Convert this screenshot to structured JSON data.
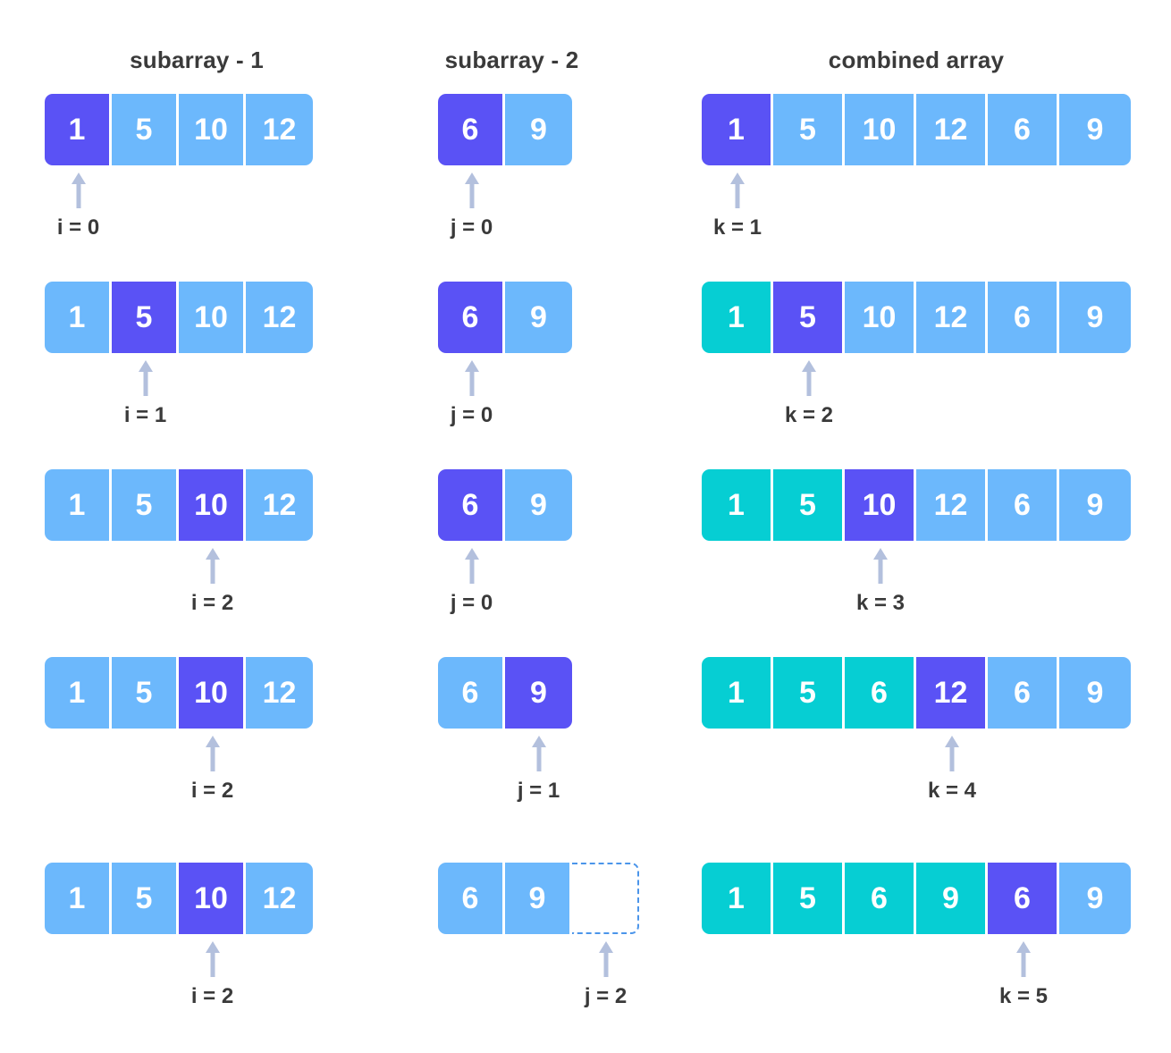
{
  "headers": {
    "subarray1": "subarray - 1",
    "subarray2": "subarray - 2",
    "combined": "combined array"
  },
  "colors": {
    "unvisited": "#6cb8fc",
    "current": "#5a52f5",
    "merged": "#06ced3",
    "empty_border": "#4b95ea",
    "arrow": "#b3c0dd",
    "text": "#3a3a3a"
  },
  "steps": [
    {
      "subarray1": {
        "values": [
          "1",
          "5",
          "10",
          "12"
        ],
        "states": [
          "current",
          "unvisited",
          "unvisited",
          "unvisited"
        ],
        "pointer_index": 0,
        "pointer_label": "i = 0"
      },
      "subarray2": {
        "values": [
          "6",
          "9"
        ],
        "states": [
          "current",
          "unvisited"
        ],
        "pointer_index": 0,
        "pointer_label": "j = 0"
      },
      "combined": {
        "values": [
          "1",
          "5",
          "10",
          "12",
          "6",
          "9"
        ],
        "states": [
          "current",
          "unvisited",
          "unvisited",
          "unvisited",
          "unvisited",
          "unvisited"
        ],
        "pointer_index": 0,
        "pointer_label": "k = 1"
      }
    },
    {
      "subarray1": {
        "values": [
          "1",
          "5",
          "10",
          "12"
        ],
        "states": [
          "unvisited",
          "current",
          "unvisited",
          "unvisited"
        ],
        "pointer_index": 1,
        "pointer_label": "i = 1"
      },
      "subarray2": {
        "values": [
          "6",
          "9"
        ],
        "states": [
          "current",
          "unvisited"
        ],
        "pointer_index": 0,
        "pointer_label": "j = 0"
      },
      "combined": {
        "values": [
          "1",
          "5",
          "10",
          "12",
          "6",
          "9"
        ],
        "states": [
          "merged",
          "current",
          "unvisited",
          "unvisited",
          "unvisited",
          "unvisited"
        ],
        "pointer_index": 1,
        "pointer_label": "k = 2"
      }
    },
    {
      "subarray1": {
        "values": [
          "1",
          "5",
          "10",
          "12"
        ],
        "states": [
          "unvisited",
          "unvisited",
          "current",
          "unvisited"
        ],
        "pointer_index": 2,
        "pointer_label": "i = 2"
      },
      "subarray2": {
        "values": [
          "6",
          "9"
        ],
        "states": [
          "current",
          "unvisited"
        ],
        "pointer_index": 0,
        "pointer_label": "j = 0"
      },
      "combined": {
        "values": [
          "1",
          "5",
          "10",
          "12",
          "6",
          "9"
        ],
        "states": [
          "merged",
          "merged",
          "current",
          "unvisited",
          "unvisited",
          "unvisited"
        ],
        "pointer_index": 2,
        "pointer_label": "k = 3"
      }
    },
    {
      "subarray1": {
        "values": [
          "1",
          "5",
          "10",
          "12"
        ],
        "states": [
          "unvisited",
          "unvisited",
          "current",
          "unvisited"
        ],
        "pointer_index": 2,
        "pointer_label": "i = 2"
      },
      "subarray2": {
        "values": [
          "6",
          "9"
        ],
        "states": [
          "unvisited",
          "current"
        ],
        "pointer_index": 1,
        "pointer_label": "j = 1"
      },
      "combined": {
        "values": [
          "1",
          "5",
          "6",
          "12",
          "6",
          "9"
        ],
        "states": [
          "merged",
          "merged",
          "merged",
          "current",
          "unvisited",
          "unvisited"
        ],
        "pointer_index": 3,
        "pointer_label": "k = 4"
      }
    },
    {
      "subarray1": {
        "values": [
          "1",
          "5",
          "10",
          "12"
        ],
        "states": [
          "unvisited",
          "unvisited",
          "current",
          "unvisited"
        ],
        "pointer_index": 2,
        "pointer_label": "i = 2"
      },
      "subarray2": {
        "values": [
          "6",
          "9",
          ""
        ],
        "states": [
          "unvisited",
          "unvisited",
          "empty"
        ],
        "pointer_index": 2,
        "pointer_label": "j = 2"
      },
      "combined": {
        "values": [
          "1",
          "5",
          "6",
          "9",
          "6",
          "9"
        ],
        "states": [
          "merged",
          "merged",
          "merged",
          "merged",
          "current",
          "unvisited"
        ],
        "pointer_index": 4,
        "pointer_label": "k = 5"
      }
    }
  ]
}
